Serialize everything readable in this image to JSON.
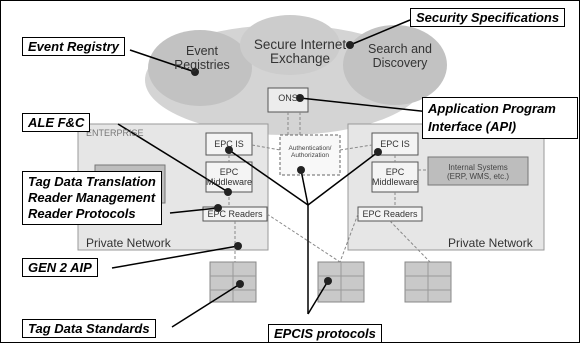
{
  "callouts": {
    "security_specifications": "Security Specifications",
    "event_registry": "Event Registry",
    "application_program_interface": "Application Program Interface (API)",
    "ale_fc": "ALE F&C",
    "tag_data_translation": "Tag Data Translation",
    "reader_management": "Reader Management",
    "reader_protocols": "Reader Protocols",
    "gen2_aip": "GEN 2 AIP",
    "tag_data_standards": "Tag Data Standards",
    "epcis_protocols": "EPCIS protocols"
  },
  "diagram": {
    "event_registries_line1": "Event",
    "event_registries_line2": "Registries",
    "secure_internet_line1": "Secure Internet",
    "secure_internet_line2": "Exchange",
    "search_line1": "Search and",
    "search_line2": "Discovery",
    "ons": "ONS",
    "enterprise": "ENTERPRISE",
    "authentication_line1": "Authentication/",
    "authentication_line2": "Authorization",
    "epc_is_left": "EPC IS",
    "epc_is_right": "EPC IS",
    "middleware_left_line1": "EPC",
    "middleware_left_line2": "Middleware",
    "middleware_right_line1": "EPC",
    "middleware_right_line2": "Middleware",
    "readers_left": "EPC Readers",
    "readers_right": "EPC Readers",
    "internal_systems_line1": "Internal Systems",
    "internal_systems_line2": "(ERP, WMS, etc.)",
    "private_network_left": "Private Network",
    "private_network_right": "Private Network"
  },
  "colors": {
    "cloud": "#cfcfcf",
    "cloud_dark": "#b9b9b9",
    "network_box": "#e9e9e9",
    "component": "#f4f4f4",
    "dot": "#222222"
  }
}
